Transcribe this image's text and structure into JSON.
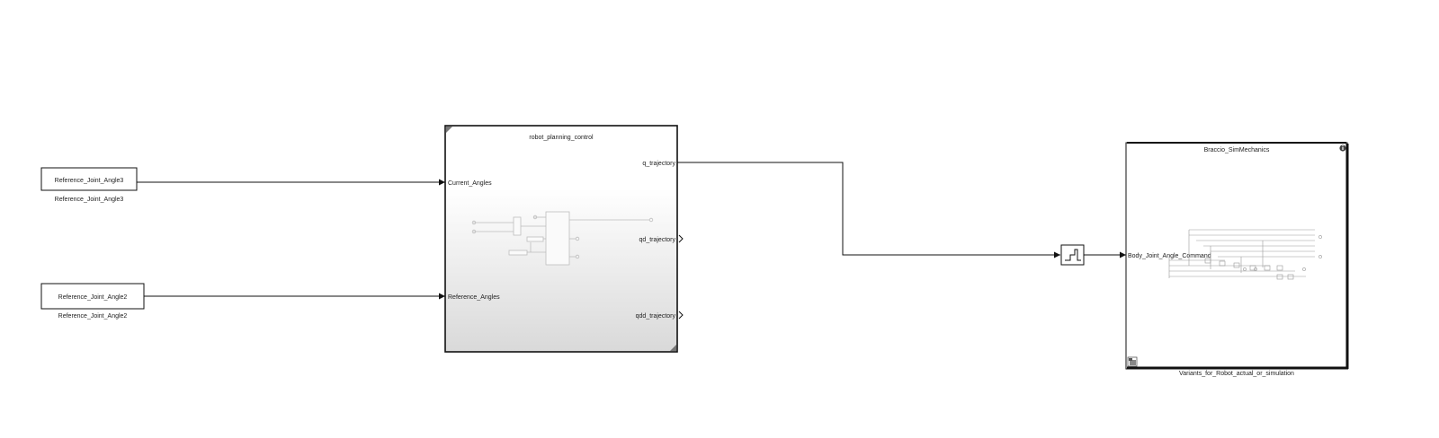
{
  "blocks": {
    "ref3": {
      "name": "Reference_Joint_Angle3",
      "caption": "Reference_Joint_Angle3"
    },
    "ref2": {
      "name": "Reference_Joint_Angle2",
      "caption": "Reference_Joint_Angle2"
    },
    "planner": {
      "title": "robot_planning_control",
      "in_ports": [
        "Current_Angles",
        "Reference_Angles"
      ],
      "out_ports": [
        "q_trajectory",
        "qd_trajectory",
        "qdd_trajectory"
      ]
    },
    "braccio": {
      "title": "Braccio_SimMechanics",
      "in_port": "Body_Joint_Angle_Command",
      "caption": "Variants_for_Robot_actual_or_simulation"
    }
  },
  "colors": {
    "canvas": "#ffffff",
    "line": "#111111",
    "gradient_top": "#ffffff",
    "gradient_bottom": "#d9d9d9"
  }
}
